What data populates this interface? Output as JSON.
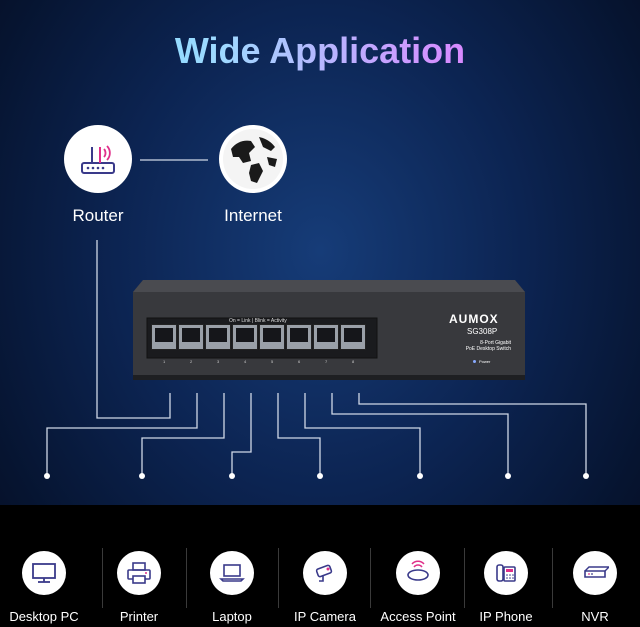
{
  "title": "Wide Application",
  "router": {
    "label": "Router",
    "icon": "router-icon"
  },
  "internet": {
    "label": "Internet",
    "icon": "globe-icon"
  },
  "switch": {
    "brand": "AUMOX",
    "model": "SG308P",
    "description_line1": "8-Port Gigabit",
    "description_line2": "PoE Desktop Switch",
    "power_label": "Power",
    "led_legend": "On = Link | Blink = Activity",
    "port_numbers": [
      "1",
      "2",
      "3",
      "4",
      "5",
      "6",
      "7",
      "8"
    ]
  },
  "devices": [
    {
      "label": "Desktop PC",
      "icon": "desktop-icon"
    },
    {
      "label": "Printer",
      "icon": "printer-icon"
    },
    {
      "label": "Laptop",
      "icon": "laptop-icon"
    },
    {
      "label": "IP Camera",
      "icon": "camera-icon"
    },
    {
      "label": "Access Point",
      "icon": "access-point-icon"
    },
    {
      "label": "IP Phone",
      "icon": "phone-icon"
    },
    {
      "label": "NVR",
      "icon": "nvr-icon"
    }
  ],
  "colors": {
    "line": "#cfd8e6",
    "title_start": "#6fe6ff",
    "title_end": "#f06bff"
  }
}
